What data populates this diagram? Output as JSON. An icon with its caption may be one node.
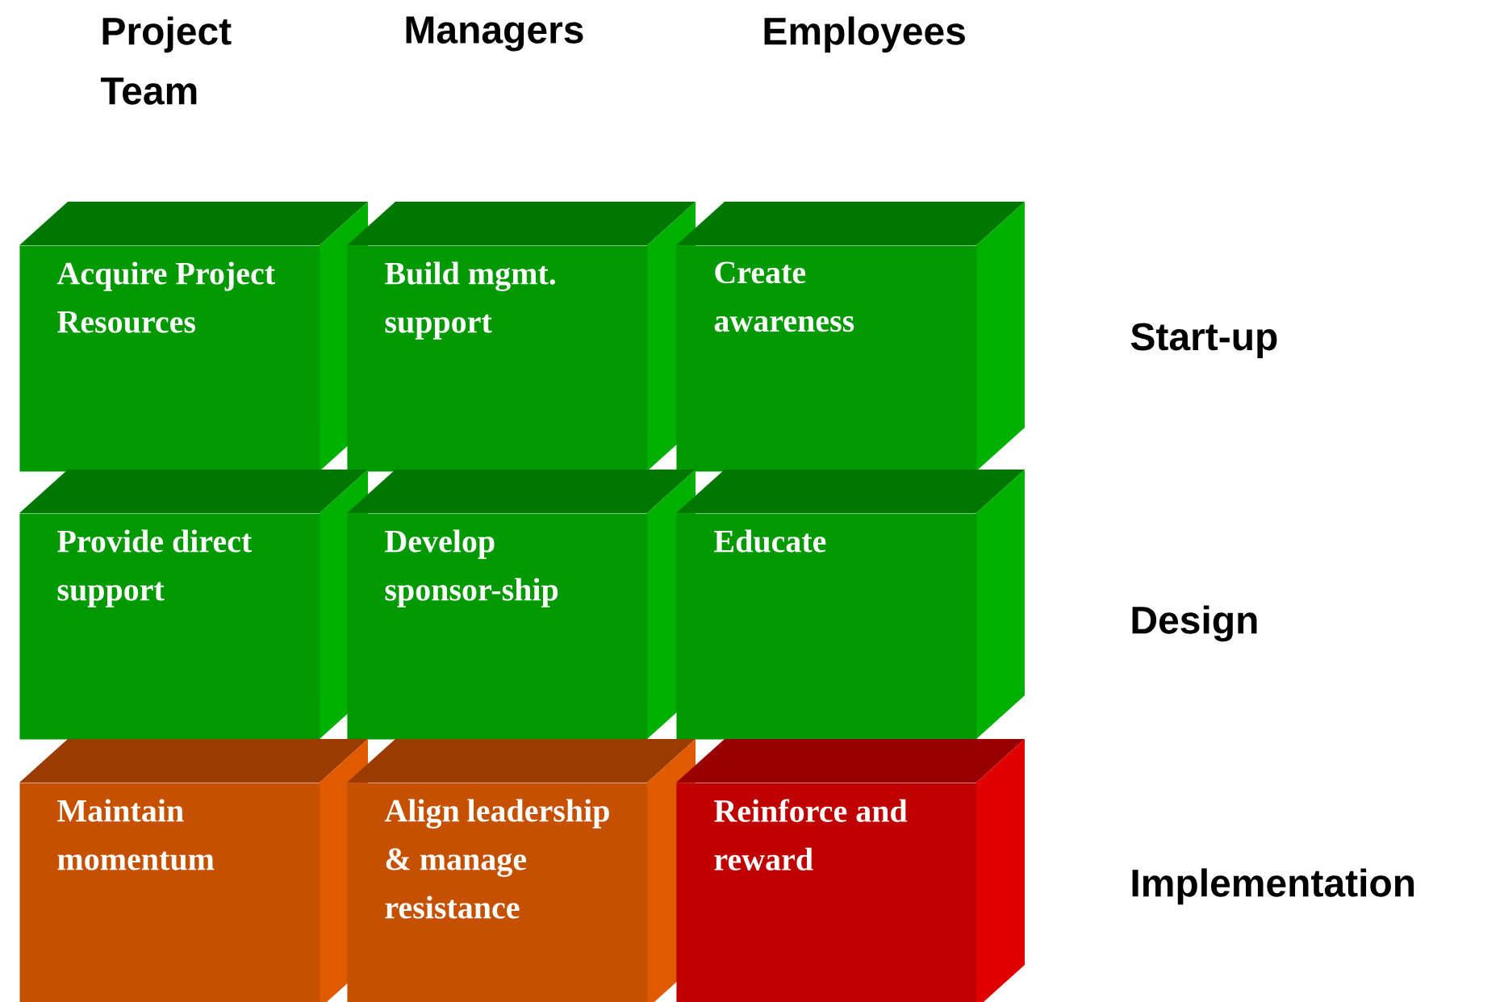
{
  "diagram": {
    "nodes": [
      {
        "text": [
          "Acquire Project Resources"
        ]
      },
      {
        "text": [
          "Build mgmt. support"
        ]
      },
      {
        "text": [
          "Create awareness"
        ]
      },
      {
        "text": [
          "Provide direct support"
        ]
      },
      {
        "text": [
          "Develop sponsor-ship"
        ]
      },
      {
        "text": [
          "Educate"
        ]
      },
      {
        "text": [
          "Maintain momentum"
        ]
      },
      {
        "text": [
          "Align leadership & manage resistance"
        ]
      },
      {
        "text": [
          "Reinforce and reward"
        ]
      }
    ],
    "labels": [
      "Project Team",
      "Managers",
      "Employees",
      "Start-up",
      "Design",
      "Implementation"
    ]
  }
}
